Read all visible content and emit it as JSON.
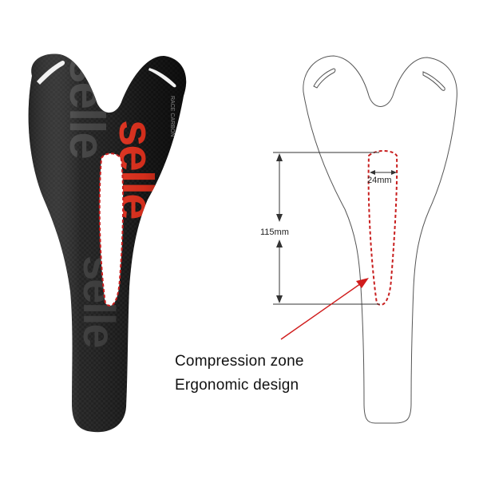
{
  "product": {
    "brand_text": "selle",
    "side_text": "RACE CARBON"
  },
  "diagram": {
    "length_label": "115mm",
    "width_label": "24mm"
  },
  "caption": {
    "line1": "Compression zone",
    "line2": "Ergonomic design"
  },
  "colors": {
    "saddle_body": "#141414",
    "brand_red": "#e8321e",
    "outline_stroke": "#555555",
    "cutout_dash": "#c81e1e",
    "arrow": "#d01c1c"
  }
}
